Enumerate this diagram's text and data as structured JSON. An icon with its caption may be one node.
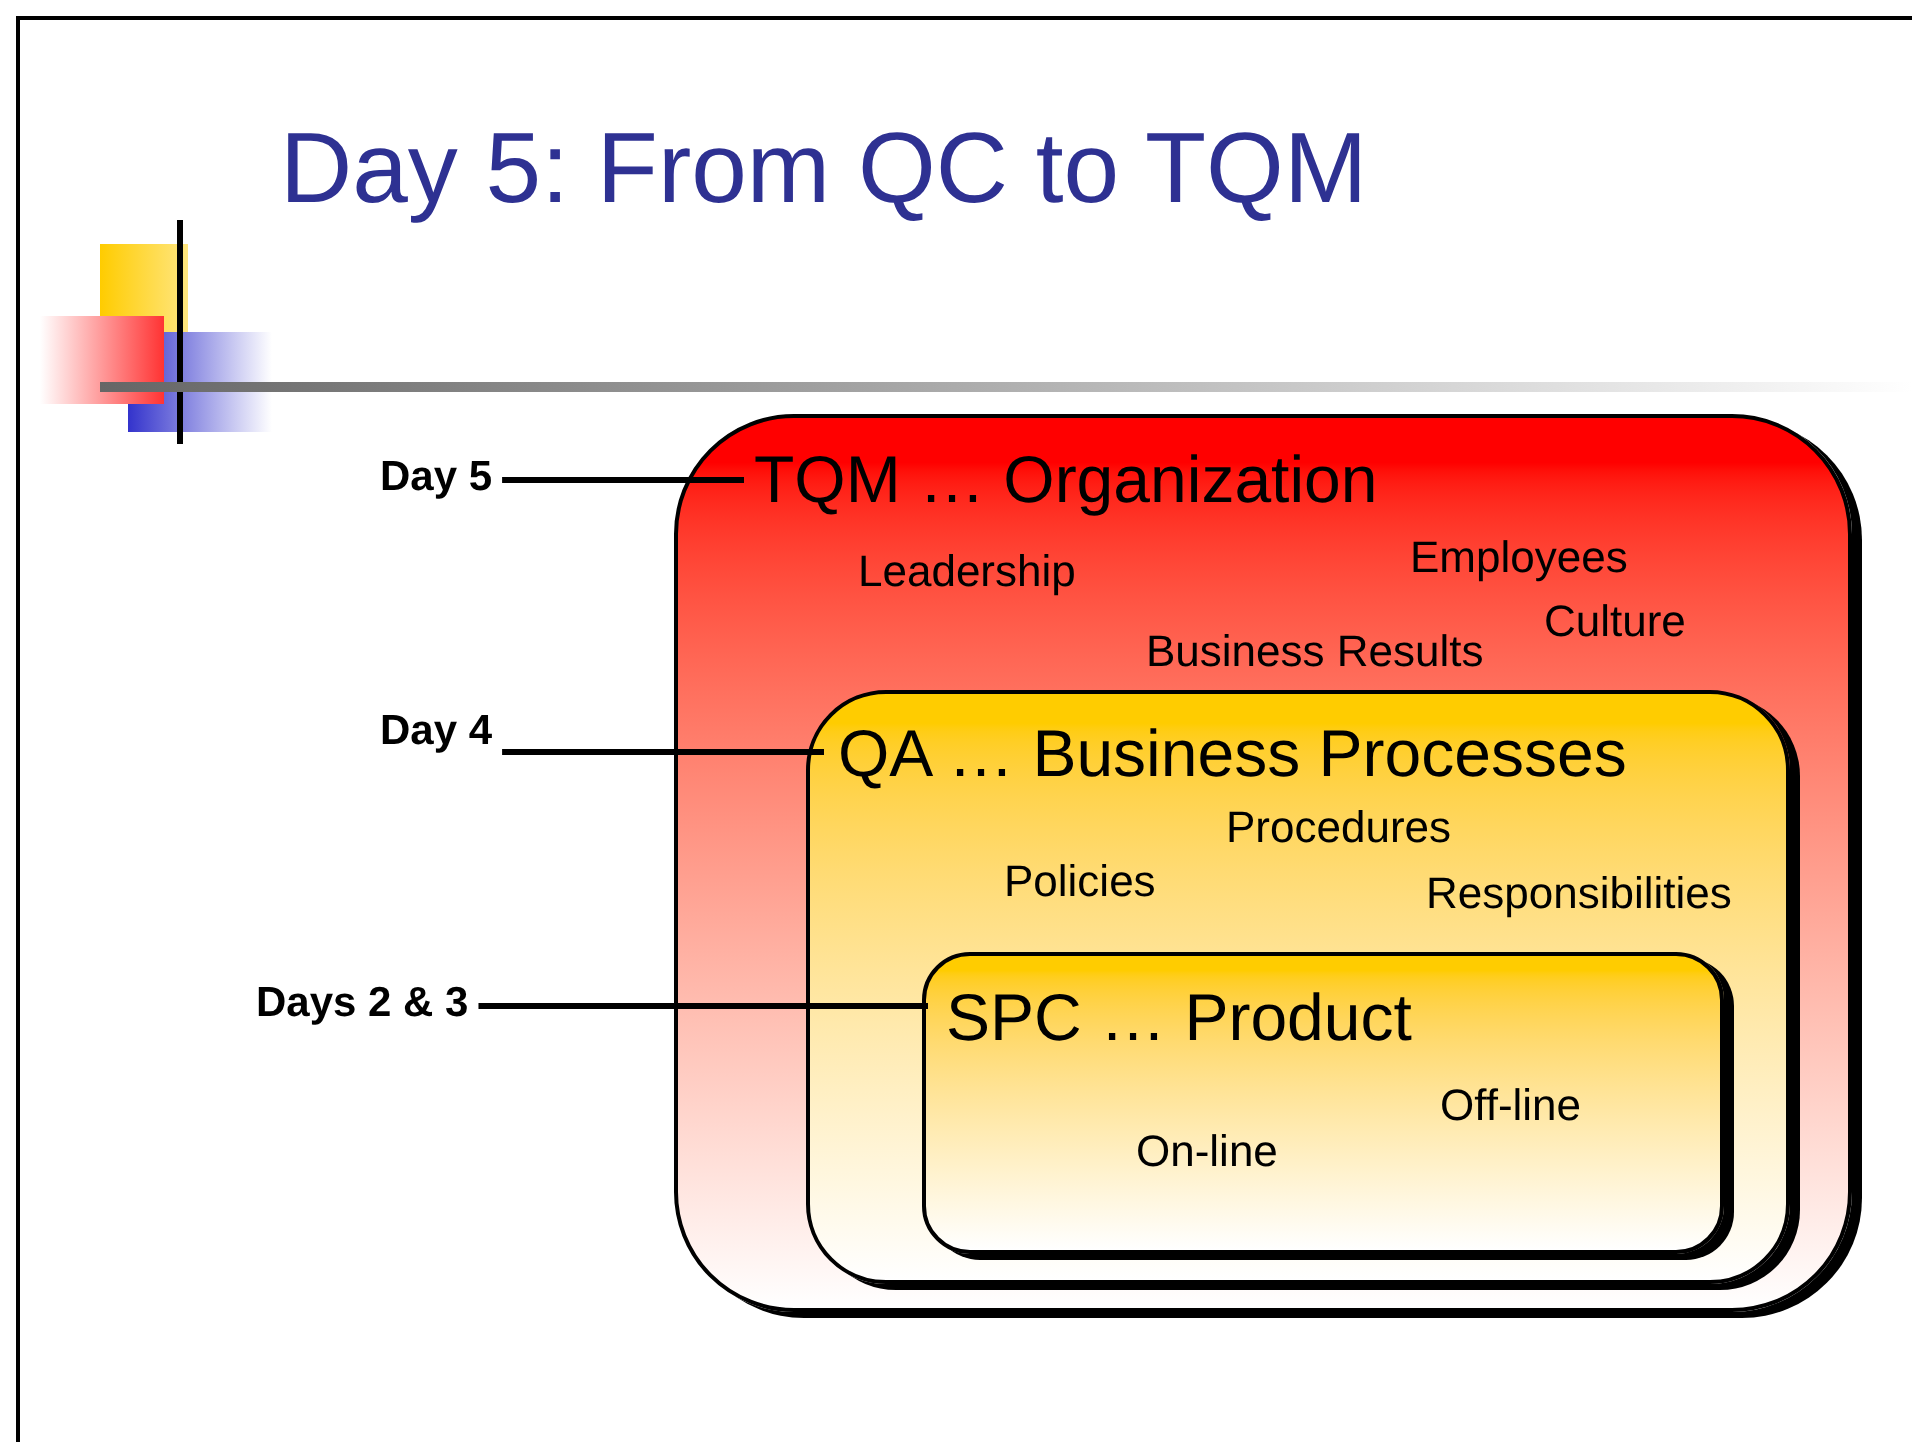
{
  "diagram": {
    "title": "Day 5: From QC to TQM",
    "nodes": [
      {
        "text": [
          "Day 5"
        ]
      },
      {
        "text": [
          "TQM … Organization",
          "Leadership",
          "Employees",
          "Culture",
          "Business Results"
        ]
      },
      {
        "text": [
          "Day 4"
        ]
      },
      {
        "text": [
          "QA … Business Processes",
          "Procedures",
          "Policies",
          "Responsibilities"
        ],
        "in": 1
      },
      {
        "text": [
          "Days 2 & 3"
        ]
      },
      {
        "text": [
          "SPC … Product",
          "Off-line",
          "On-line"
        ],
        "in": 3
      }
    ],
    "edges": [
      {
        "from": 0,
        "to": 1,
        "arrow": "none"
      },
      {
        "from": 2,
        "to": 3,
        "arrow": "none"
      },
      {
        "from": 4,
        "to": 5,
        "arrow": "none"
      }
    ]
  }
}
